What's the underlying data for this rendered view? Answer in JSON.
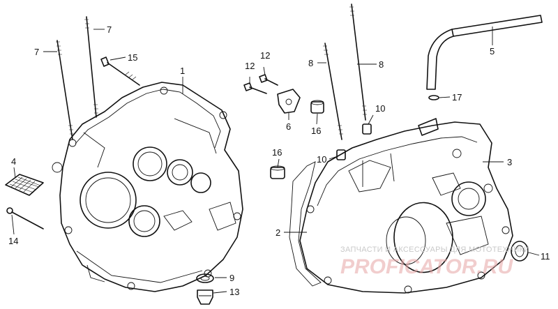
{
  "callouts": [
    {
      "id": "1",
      "text": "1"
    },
    {
      "id": "2",
      "text": "2"
    },
    {
      "id": "3",
      "text": "3"
    },
    {
      "id": "4",
      "text": "4"
    },
    {
      "id": "5",
      "text": "5"
    },
    {
      "id": "6",
      "text": "6"
    },
    {
      "id": "7a",
      "text": "7"
    },
    {
      "id": "7b",
      "text": "7"
    },
    {
      "id": "8a",
      "text": "8"
    },
    {
      "id": "8b",
      "text": "8"
    },
    {
      "id": "9",
      "text": "9"
    },
    {
      "id": "10a",
      "text": "10"
    },
    {
      "id": "10b",
      "text": "10"
    },
    {
      "id": "11",
      "text": "11"
    },
    {
      "id": "12a",
      "text": "12"
    },
    {
      "id": "12b",
      "text": "12"
    },
    {
      "id": "13",
      "text": "13"
    },
    {
      "id": "14",
      "text": "14"
    },
    {
      "id": "15",
      "text": "15"
    },
    {
      "id": "16a",
      "text": "16"
    },
    {
      "id": "16b",
      "text": "16"
    },
    {
      "id": "17",
      "text": "17"
    }
  ],
  "watermark": {
    "tagline": "ЗАПЧАСТИ И АКСЕССУАРЫ ДЛЯ МОТОТЕХНИКИ",
    "brand": "PROFICATOR.RU"
  }
}
